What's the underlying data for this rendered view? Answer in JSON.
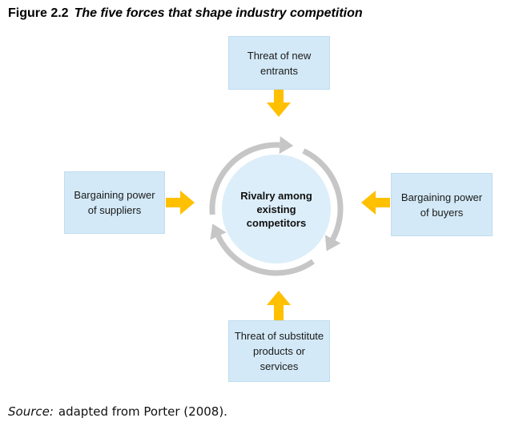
{
  "figure": {
    "label": "Figure 2.2",
    "title": "The five forces that shape industry competition"
  },
  "diagram": {
    "center": {
      "text": "Rivalry among\nexisting\ncompetitors"
    },
    "forces": {
      "top": {
        "text": "Threat of new\nentrants"
      },
      "left": {
        "text": "Bargaining power\nof suppliers"
      },
      "right": {
        "text": "Bargaining power\nof buyers"
      },
      "bottom": {
        "text": "Threat of substitute\nproducts or\nservices"
      }
    },
    "icons": {
      "arrows": [
        "arrow-down-icon",
        "arrow-right-icon",
        "arrow-left-icon",
        "arrow-up-icon",
        "circular-arrows-icon"
      ]
    }
  },
  "source": {
    "prefix": "Source:",
    "text": "adapted from Porter (2008)."
  },
  "colors": {
    "box_fill": "#d3e9f7",
    "circle_fill": "#dceef9",
    "arrow_yellow": "#ffc000",
    "ring_gray": "#c6c6c6",
    "text": "#1a1a1a"
  }
}
